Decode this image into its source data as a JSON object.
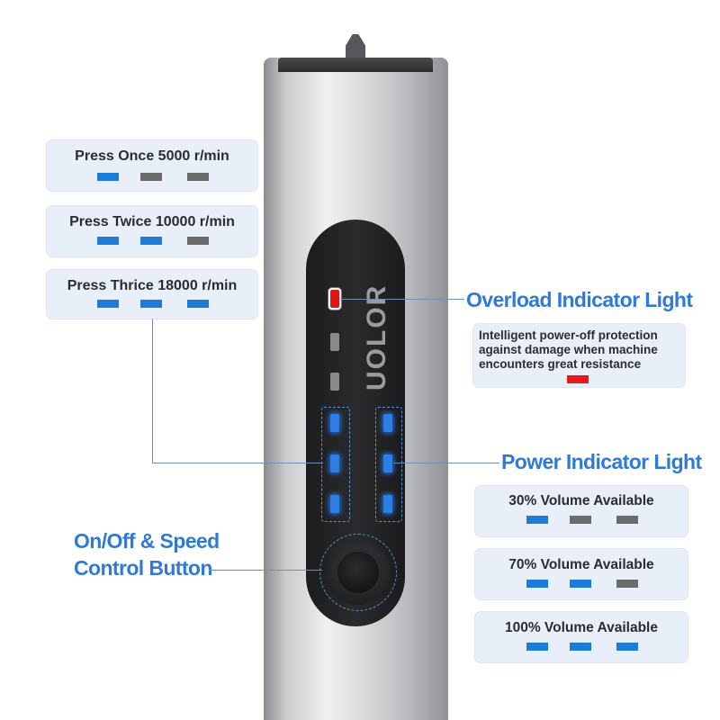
{
  "speed_modes": [
    {
      "label": "Press Once 5000 r/min",
      "indicators": [
        "blue",
        "grey",
        "grey"
      ]
    },
    {
      "label": "Press Twice 10000 r/min",
      "indicators": [
        "blue",
        "blue",
        "grey"
      ]
    },
    {
      "label": "Press Thrice 18000 r/min",
      "indicators": [
        "blue",
        "blue",
        "blue"
      ]
    }
  ],
  "brand": "UOLOR",
  "overload": {
    "title": "Overload Indicator Light",
    "description": "Intelligent power-off protection against damage when machine encounters great resistance",
    "indicator": "red"
  },
  "power": {
    "title": "Power Indicator Light",
    "levels": [
      {
        "label": "30% Volume Available",
        "indicators": [
          "blue",
          "grey",
          "grey"
        ]
      },
      {
        "label": "70% Volume Available",
        "indicators": [
          "blue",
          "blue",
          "grey"
        ]
      },
      {
        "label": "100% Volume Available",
        "indicators": [
          "blue",
          "blue",
          "blue"
        ]
      }
    ]
  },
  "button_label": {
    "line1": "On/Off & Speed",
    "line2": "Control Button"
  },
  "colors": {
    "accent": "#2f7ad6",
    "led_blue": "#1f7bd8",
    "led_grey": "#6b6b6b",
    "led_red": "#e31b1b",
    "box_bg": "#e9eff8"
  }
}
